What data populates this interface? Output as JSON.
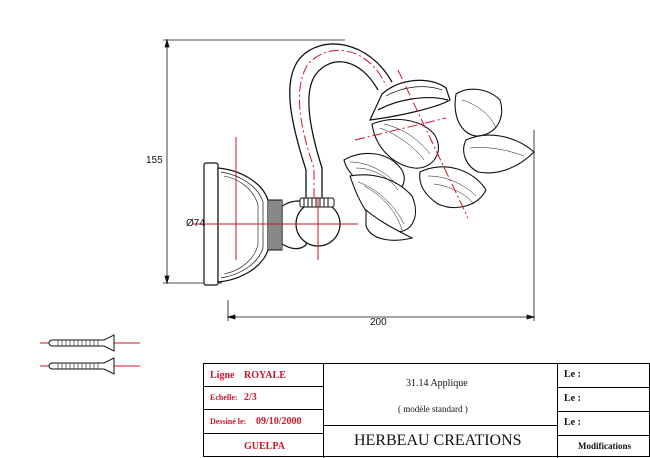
{
  "dimensions": {
    "height": "155",
    "diameter": "Ø74",
    "width": "200"
  },
  "title_block": {
    "ligne_label": "Ligne",
    "ligne_value": "ROYALE",
    "echelle_label": "Echelle:",
    "echelle_value": "2/3",
    "dessine_label": "Dessiné le:",
    "dessine_value": "09/10/2000",
    "author": "GUELPA",
    "reference": "31.14 Applique",
    "variant": "( modèle standard )",
    "company": "HERBEAU CREATIONS",
    "le_1": "Le :",
    "le_2": "Le :",
    "le_3": "Le :",
    "modifications": "Modifications"
  },
  "colors": {
    "ink": "#111111",
    "red_axis": "#d2142b"
  }
}
